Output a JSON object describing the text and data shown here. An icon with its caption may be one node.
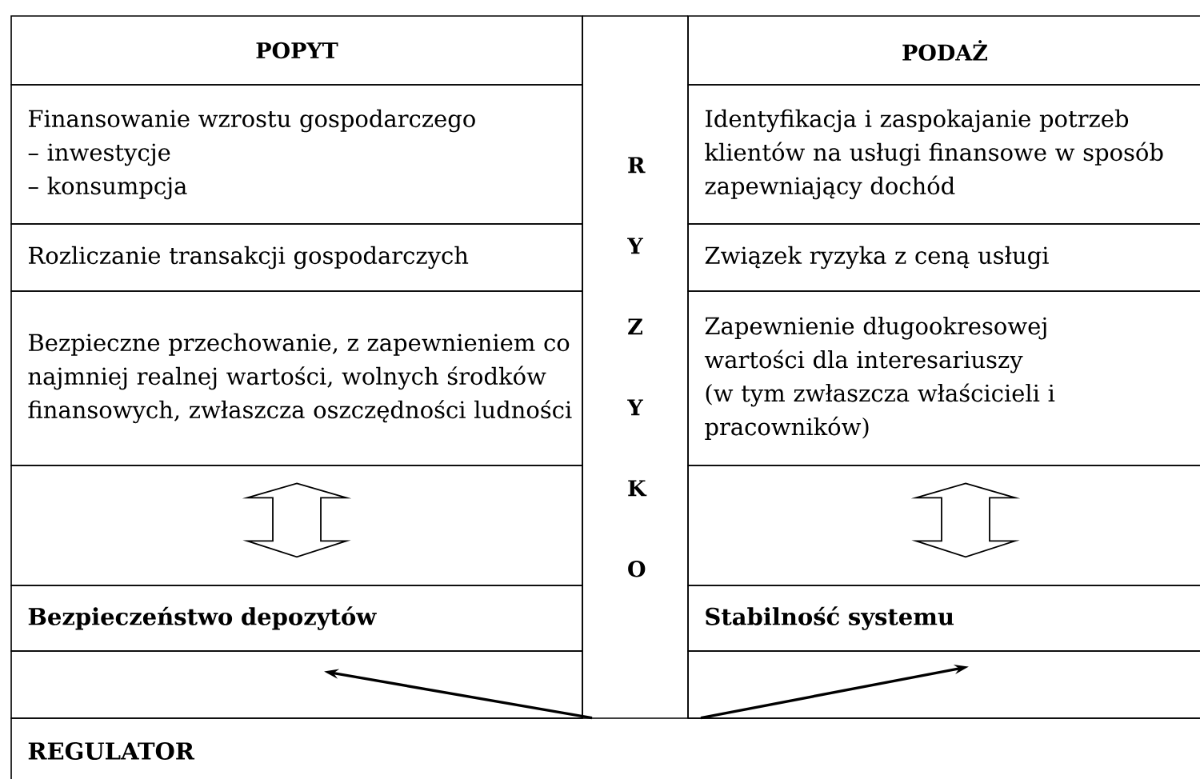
{
  "diagram": {
    "nodes": [
      {
        "text": [
          "POPYT"
        ]
      },
      {
        "text": [
          "R Y Z Y K O"
        ]
      },
      {
        "text": [
          "PODAŻ"
        ]
      },
      {
        "text": [
          "Finansowanie wzrostu gospodarczego",
          "– inwestycje",
          "– konsumpcja"
        ]
      },
      {
        "text": [
          "Identyfikacja i zaspokajanie potrzeb klientów na usługi finansowe w sposób zapewniający dochód"
        ]
      },
      {
        "text": [
          "Rozliczanie transakcji gospodarczych"
        ]
      },
      {
        "text": [
          "Związek ryzyka z ceną usługi"
        ]
      },
      {
        "text": [
          "Bezpieczne przechowanie, z zapewnieniem co najmniej realnej wartości, wolnych środków finansowych, zwłaszcza oszczędności ludności"
        ]
      },
      {
        "text": [
          "Zapewnienie długookresowej wartości dla interesariuszy (w tym zwłaszcza właścicieli i pracowników)"
        ]
      },
      {
        "text": [],
        "shape": "box"
      },
      {
        "text": [],
        "shape": "box"
      },
      {
        "text": [
          "Bezpieczeństwo depozytów"
        ]
      },
      {
        "text": [
          "Stabilność systemu"
        ]
      },
      {
        "text": [],
        "shape": "box"
      },
      {
        "text": [],
        "shape": "box"
      },
      {
        "text": [
          "REGULATOR"
        ]
      }
    ],
    "edges": [
      {
        "from": 7,
        "to": 11,
        "arrow": "both"
      },
      {
        "from": 8,
        "to": 12,
        "arrow": "both"
      },
      {
        "from": 15,
        "to": 13,
        "arrow": "to"
      },
      {
        "from": 15,
        "to": 14,
        "arrow": "to"
      }
    ]
  }
}
